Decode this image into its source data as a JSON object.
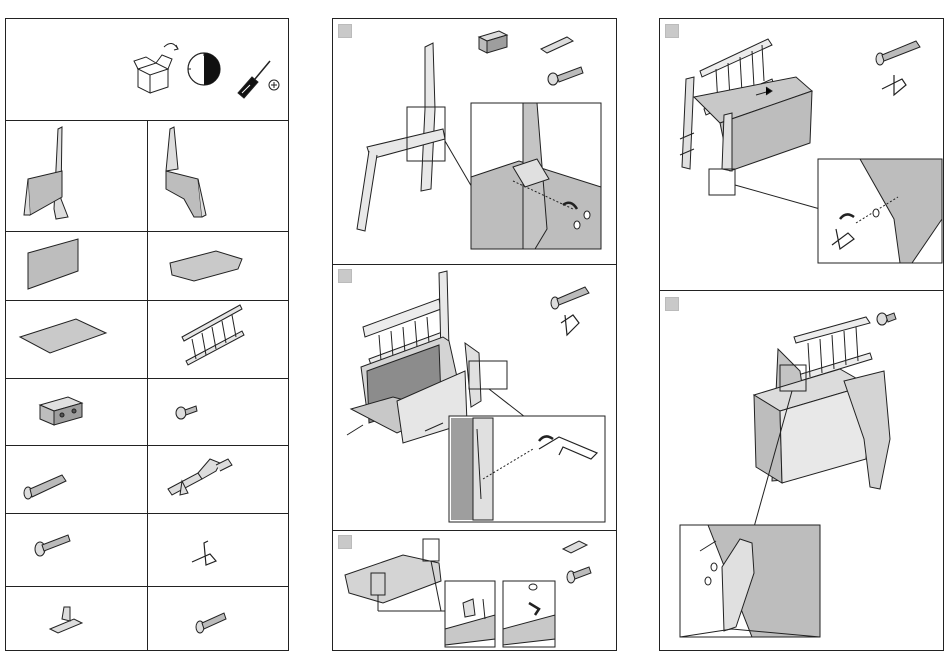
{
  "tools": {
    "icons": [
      "open-box-icon",
      "half-clock-icon",
      "phillips-screwdriver-icon"
    ]
  },
  "parts": [
    {
      "name": "side-panel-left"
    },
    {
      "name": "side-panel-right"
    },
    {
      "name": "front-panel"
    },
    {
      "name": "seat-lid"
    },
    {
      "name": "bottom-board"
    },
    {
      "name": "backrest-ladder"
    },
    {
      "name": "wooden-dowel-block"
    },
    {
      "name": "short-screw"
    },
    {
      "name": "long-bolt"
    },
    {
      "name": "lid-hinge"
    },
    {
      "name": "barrel-bolt"
    },
    {
      "name": "allen-key"
    },
    {
      "name": "small-hinge"
    },
    {
      "name": "wood-screw"
    }
  ],
  "steps": [
    {
      "label": ""
    },
    {
      "label": ""
    },
    {
      "label": ""
    },
    {
      "label": ""
    },
    {
      "label": ""
    }
  ],
  "colors": {
    "line": "#222222",
    "panel_fill": "#bdbdbd",
    "panel_fill_dark": "#9e9e9e",
    "step_badge": "#c9c9c9"
  }
}
